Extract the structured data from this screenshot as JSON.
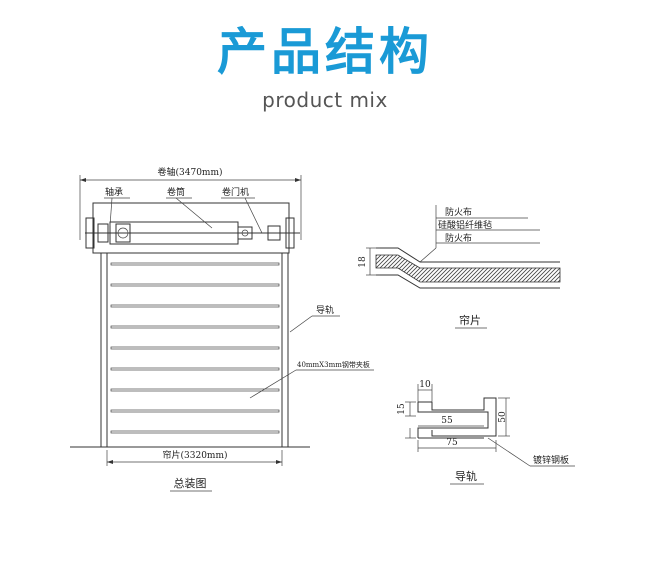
{
  "header": {
    "title": "产品结构",
    "subtitle": "product mix"
  },
  "assembly": {
    "shaft_dimension": "卷轴(3470mm)",
    "bearing": "轴承",
    "drum": "卷筒",
    "motor": "卷门机",
    "guide_rail": "导轨",
    "steel_strip": "40mmX3mm钢带夹板",
    "curtain_dimension": "帘片(3320mm)",
    "caption": "总装图"
  },
  "curtain": {
    "layer_top": "防火布",
    "layer_middle": "硅酸铝纤维毡",
    "layer_bottom": "防火布",
    "thickness": "18",
    "caption": "帘片"
  },
  "rail": {
    "dim_10": "10",
    "dim_15": "15",
    "dim_55": "55",
    "dim_50": "50",
    "dim_75": "75",
    "material": "镀锌钢板",
    "caption": "导轨"
  },
  "colors": {
    "title": "#1a9ad6",
    "line": "#333333"
  }
}
